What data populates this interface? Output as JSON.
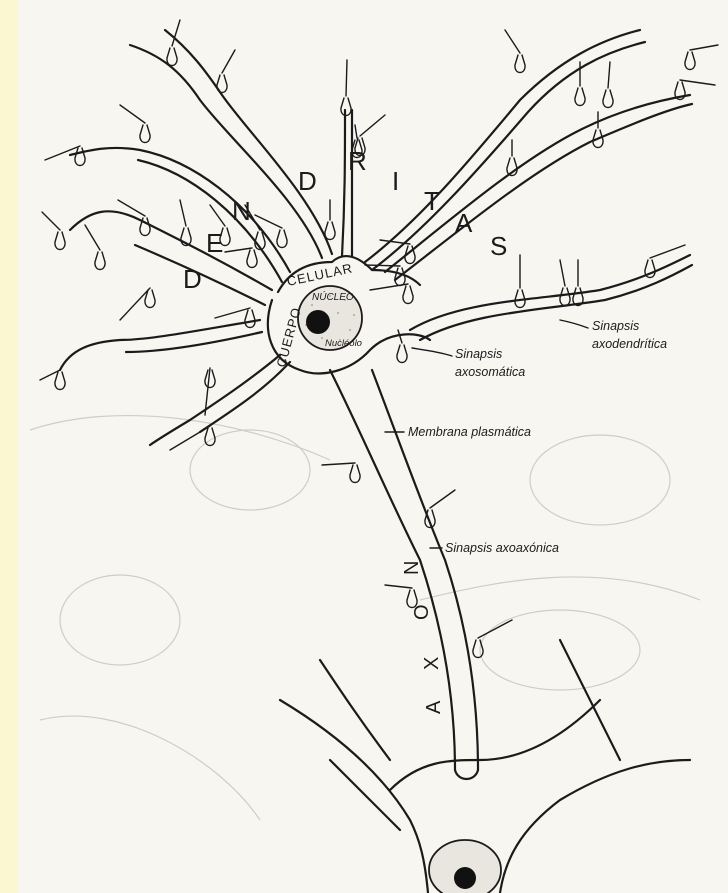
{
  "labels": {
    "dendritas": [
      "D",
      "E",
      "N",
      "D",
      "R",
      "I",
      "T",
      "A",
      "S"
    ],
    "cuerpo": "CUERPO",
    "celular": "CELULAR",
    "nucleo": "NÚCLEO",
    "nucleolo": "Nucléolo",
    "sinapsis_axodendritica_1": "Sinapsis",
    "sinapsis_axodendritica_2": "axodendrítica",
    "sinapsis_axosomatica_1": "Sinapsis",
    "sinapsis_axosomatica_2": "axosomática",
    "membrana": "Membrana plasmática",
    "sinapsis_axoaxonica": "Sinapsis axoaxónica",
    "axon": [
      "A",
      "X",
      "O",
      "N"
    ]
  }
}
